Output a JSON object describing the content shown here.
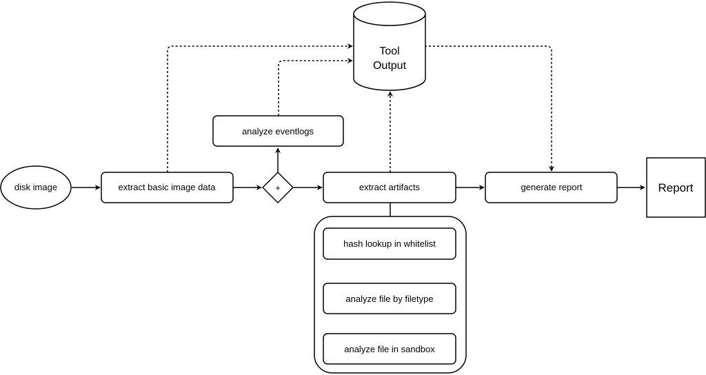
{
  "nodes": {
    "disk_image": "disk image",
    "extract_basic": "extract basic image data",
    "gateway": "+",
    "analyze_eventlogs": "analyze eventlogs",
    "extract_artifacts": "extract artifacts",
    "generate_report": "generate report",
    "report": "Report",
    "tool_output_line1": "Tool",
    "tool_output_line2": "Output",
    "hash_lookup": "hash lookup in whitelist",
    "analyze_filetype": "analyze file by filetype",
    "analyze_sandbox": "analyze file in sandbox"
  },
  "colors": {
    "stroke": "#000000",
    "fill": "#ffffff"
  }
}
